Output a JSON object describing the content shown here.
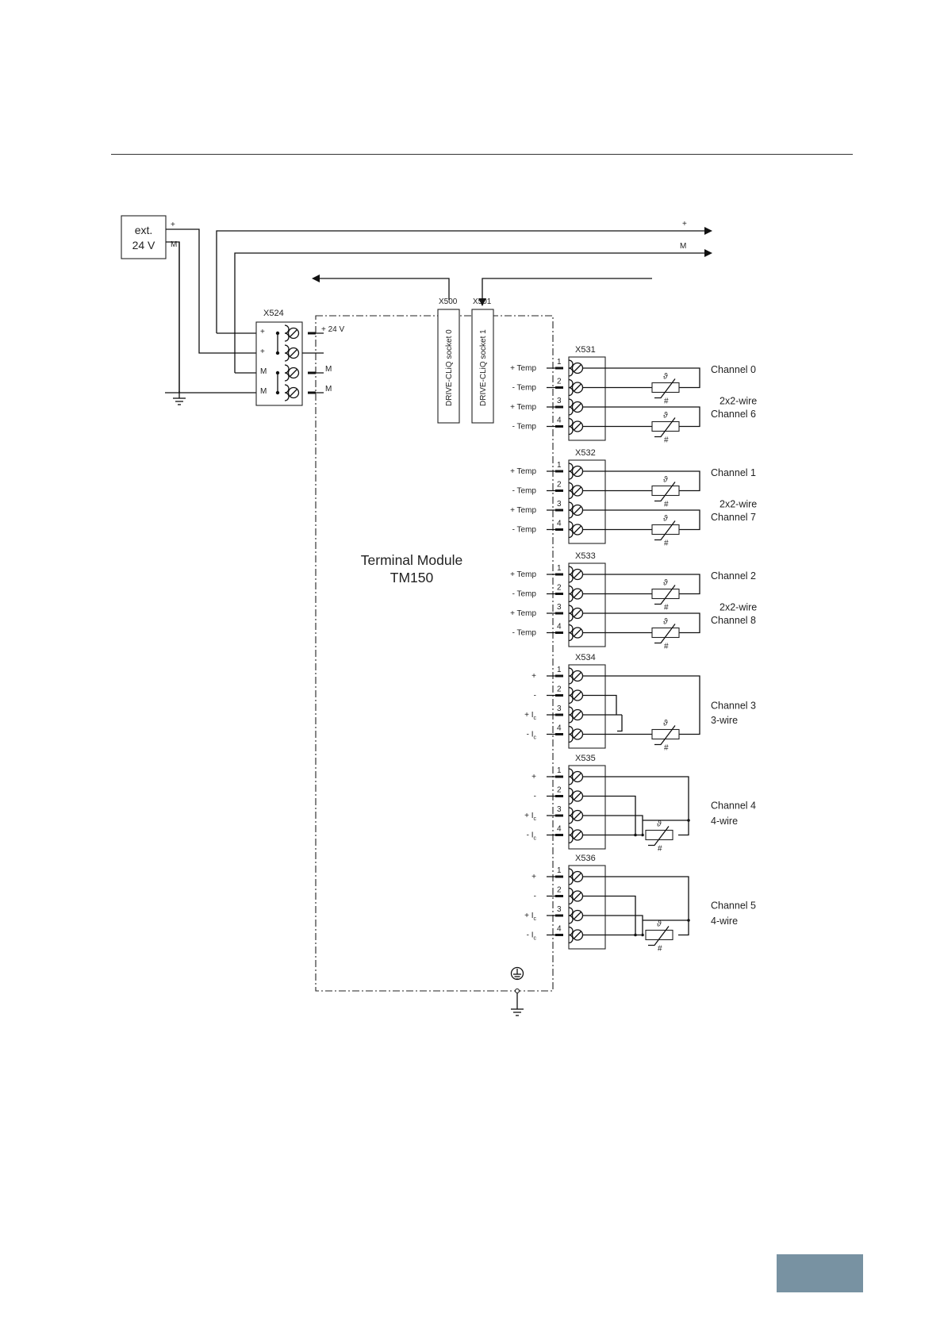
{
  "colors": {
    "page_box": "#7892a2",
    "ink": "#222222"
  },
  "supply": {
    "title_line1": "ext.",
    "title_line2": "24 V",
    "plus": "+",
    "m": "M"
  },
  "bus": {
    "plus": "+",
    "m": "M"
  },
  "x524": {
    "name": "X524",
    "inner_labels": [
      "+",
      "+",
      "M",
      "M"
    ],
    "outer_labels": [
      "+ 24 V",
      "",
      "M",
      "M"
    ]
  },
  "cliq": {
    "x500": "X500",
    "x501": "X501",
    "socket0": "DRIVE-CLiQ socket 0",
    "socket1": "DRIVE-CLiQ socket 1"
  },
  "module": {
    "line1": "Terminal Module",
    "line2": "TM150"
  },
  "connectors": [
    {
      "name": "X531",
      "pins": [
        "1",
        "2",
        "3",
        "4"
      ],
      "signals": [
        "+ Temp",
        "- Temp",
        "+ Temp",
        "- Temp"
      ],
      "channels": [
        "Channel 0",
        "2x2-wire",
        "Channel 6"
      ],
      "wiring": "2x2"
    },
    {
      "name": "X532",
      "pins": [
        "1",
        "2",
        "3",
        "4"
      ],
      "signals": [
        "+ Temp",
        "- Temp",
        "+ Temp",
        "- Temp"
      ],
      "channels": [
        "Channel 1",
        "2x2-wire",
        "Channel 7"
      ],
      "wiring": "2x2"
    },
    {
      "name": "X533",
      "pins": [
        "1",
        "2",
        "3",
        "4"
      ],
      "signals": [
        "+ Temp",
        "- Temp",
        "+ Temp",
        "- Temp"
      ],
      "channels": [
        "Channel 2",
        "2x2-wire",
        "Channel 8"
      ],
      "wiring": "2x2"
    },
    {
      "name": "X534",
      "pins": [
        "1",
        "2",
        "3",
        "4"
      ],
      "signals": [
        "+",
        "-",
        "+ I",
        "- I"
      ],
      "channels": [
        "Channel 3",
        "3-wire"
      ],
      "wiring": "3"
    },
    {
      "name": "X535",
      "pins": [
        "1",
        "2",
        "3",
        "4"
      ],
      "signals": [
        "+",
        "-",
        "+ I",
        "- I"
      ],
      "channels": [
        "Channel 4",
        "4-wire"
      ],
      "wiring": "4"
    },
    {
      "name": "X536",
      "pins": [
        "1",
        "2",
        "3",
        "4"
      ],
      "signals": [
        "+",
        "-",
        "+ I",
        "- I"
      ],
      "channels": [
        "Channel 5",
        "4-wire"
      ],
      "wiring": "4"
    }
  ],
  "current_subscript": "c",
  "sensor_symbol": "ϑ"
}
